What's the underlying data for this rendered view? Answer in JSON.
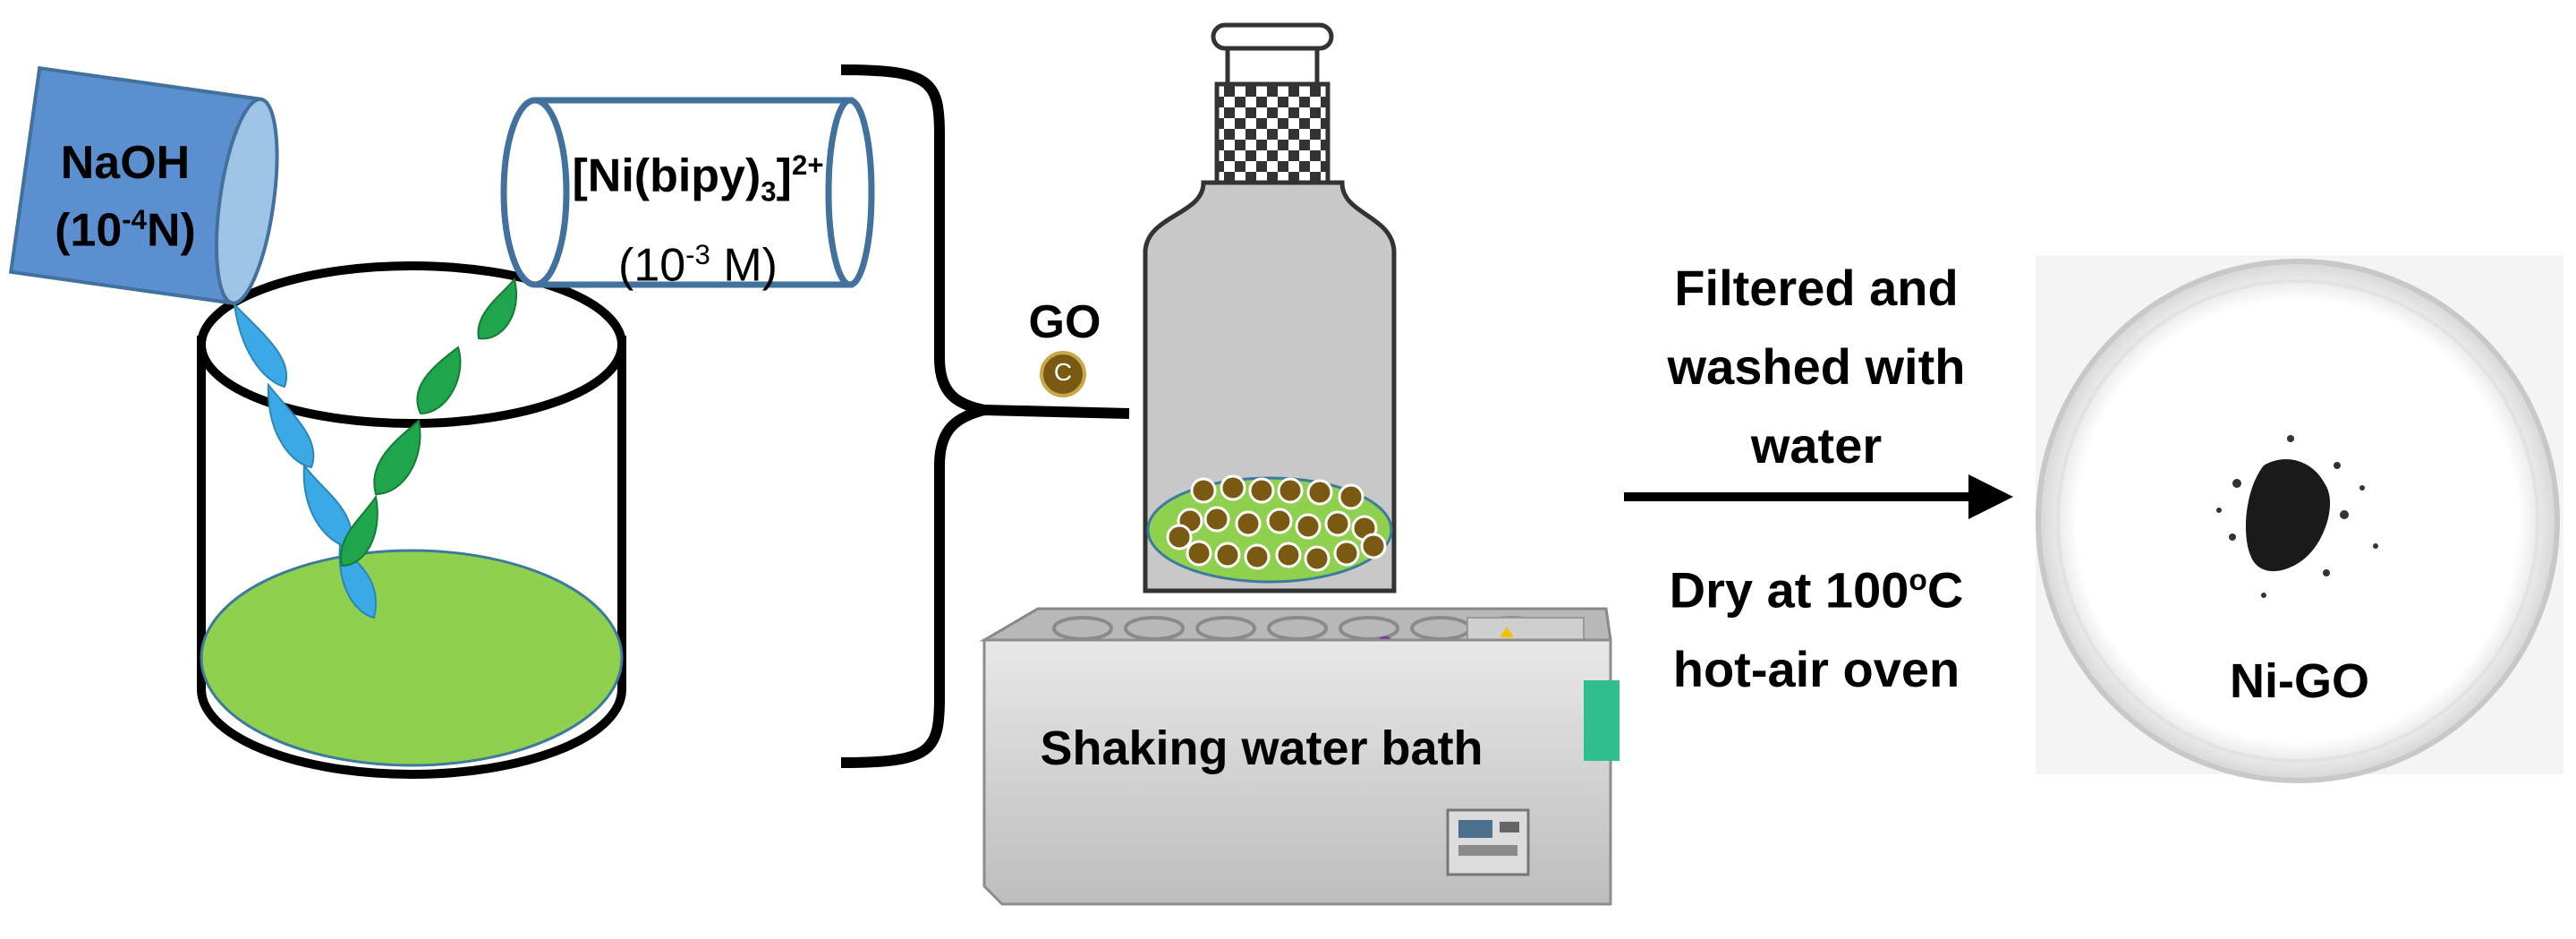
{
  "naoh_cup": {
    "name": "NaOH",
    "conc_base": "(10",
    "conc_exp": "-4",
    "conc_unit": "N)"
  },
  "ni_cup": {
    "name_main": "[Ni(bipy)",
    "name_sub": "3",
    "name_close": "]",
    "name_charge": "2+",
    "conc_base": "(10",
    "conc_exp": "-3",
    "conc_unit": " M)"
  },
  "go_label": "GO",
  "go_symbol": "C",
  "bath_label": "Shaking water bath",
  "step1": [
    "Filtered and",
    "washed with",
    "water"
  ],
  "step2": {
    "line1_pre": "Dry at 100",
    "line1_sup": "o",
    "line1_post": "C",
    "line2": "hot-air oven"
  },
  "product_label": "Ni-GO",
  "colors": {
    "naoh_blue": "#5b8fcf",
    "naoh_stream": "#3aa9e6",
    "ni_stream": "#1fa64c",
    "solution_green": "#8fd14f",
    "go_brown": "#7a5a12",
    "bottle_gray": "#c8c8c8",
    "bath_steel": "#d9d9d9"
  }
}
